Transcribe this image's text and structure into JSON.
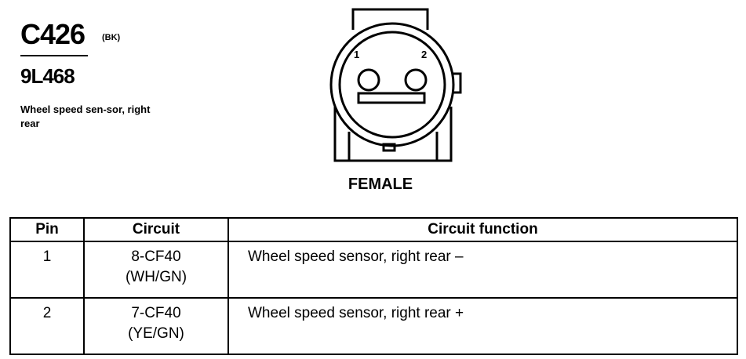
{
  "header": {
    "connector_id": "C426",
    "color_code": "(BK)",
    "part_number": "9L468",
    "description": "Wheel speed sen-sor, right rear"
  },
  "connector": {
    "pin_labels": [
      "1",
      "2"
    ],
    "gender": "FEMALE"
  },
  "table": {
    "headers": [
      "Pin",
      "Circuit",
      "Circuit function"
    ],
    "rows": [
      {
        "pin": "1",
        "circuit": "8-CF40",
        "wire_color": "(WH/GN)",
        "function": "Wheel speed sensor, right rear –"
      },
      {
        "pin": "2",
        "circuit": "7-CF40",
        "wire_color": "(YE/GN)",
        "function": "Wheel speed sensor, right rear +"
      }
    ]
  }
}
